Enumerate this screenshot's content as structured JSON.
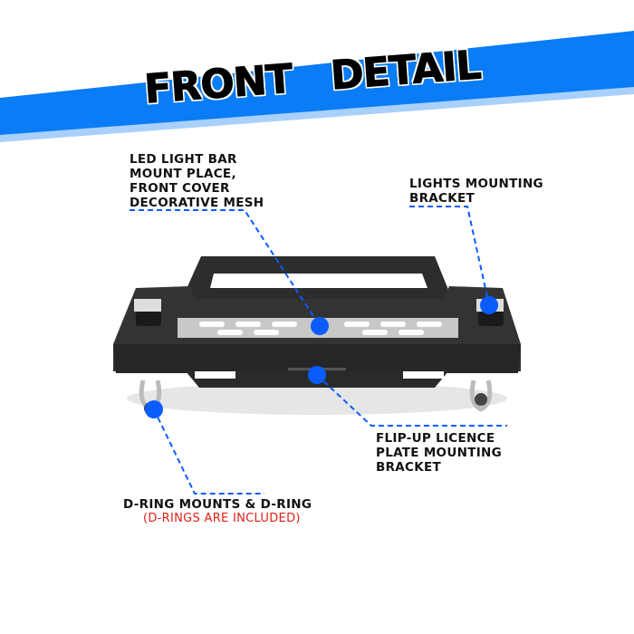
{
  "banner": {
    "title": "FRONT   DETAIL",
    "color": "#0a7cf5",
    "shadow_color": "#a9d0fb"
  },
  "callouts": [
    {
      "lines": [
        "LED LIGHT BAR",
        "MOUNT PLACE,",
        "FRONT COVER",
        "DECORATIVE MESH"
      ]
    },
    {
      "lines": [
        "LIGHTS MOUNTING",
        "BRACKET"
      ]
    },
    {
      "lines": [
        "FLIP-UP LICENCE",
        "PLATE MOUNTING",
        "BRACKET"
      ]
    },
    {
      "lines": [
        "D-RING MOUNTS & D-RING"
      ],
      "note": "(D-RINGS ARE INCLUDED)"
    }
  ],
  "colors": {
    "dot": "#0a5cff",
    "note": "#e0201a"
  }
}
